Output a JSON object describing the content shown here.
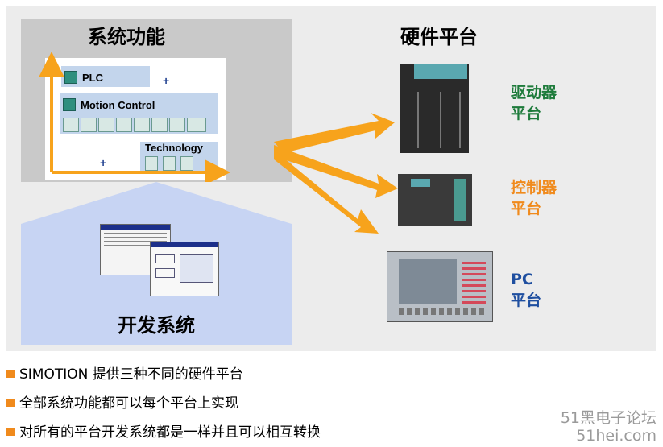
{
  "system_functions": {
    "title": "系统功能",
    "plc_label": "PLC",
    "motion_label": "Motion Control",
    "technology_label": "Technology",
    "plus": "+"
  },
  "hardware": {
    "title": "硬件平台",
    "drive": {
      "line1": "驱动器",
      "line2": "平台",
      "color": "#1e7b3b"
    },
    "controller": {
      "line1": "控制器",
      "line2": "平台",
      "color": "#f08a1c"
    },
    "pc": {
      "line1": "PC",
      "line2": "平台",
      "color": "#1f4fa0"
    }
  },
  "development": {
    "title": "开发系统"
  },
  "bullets": [
    "SIMOTION 提供三种不同的硬件平台",
    "全部系统功能都可以每个平台上实现",
    "对所有的平台开发系统都是一样并且可以相互转换"
  ],
  "watermark": {
    "line1": "51黑电子论坛",
    "line2": "51hei.com"
  },
  "colors": {
    "accent": "#f7a31c",
    "bullet": "#f08a1c"
  }
}
